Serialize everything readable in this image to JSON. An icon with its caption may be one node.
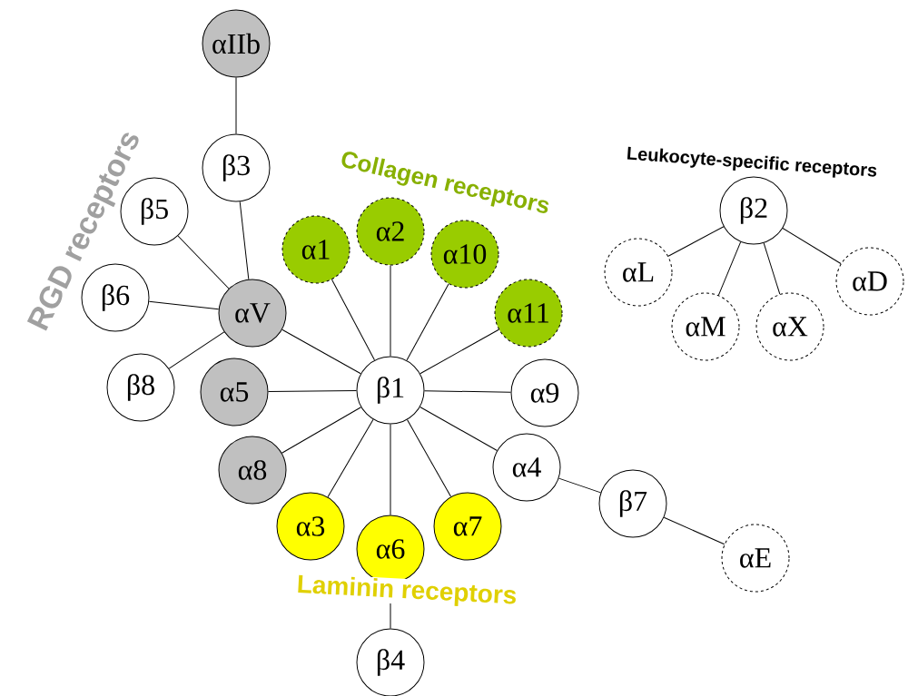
{
  "diagram": {
    "nodes": [
      {
        "text": [
          "αIIb"
        ]
      },
      {
        "text": [
          "β3"
        ]
      },
      {
        "text": [
          "β5"
        ]
      },
      {
        "text": [
          "β6"
        ]
      },
      {
        "text": [
          "αV"
        ]
      },
      {
        "text": [
          "β8"
        ]
      },
      {
        "text": [
          "α5"
        ]
      },
      {
        "text": [
          "α1"
        ]
      },
      {
        "text": [
          "α2"
        ]
      },
      {
        "text": [
          "α10"
        ]
      },
      {
        "text": [
          "α11"
        ]
      },
      {
        "text": [
          "β1"
        ]
      },
      {
        "text": [
          "α9"
        ]
      },
      {
        "text": [
          "α8"
        ]
      },
      {
        "text": [
          "α4"
        ]
      },
      {
        "text": [
          "α3"
        ]
      },
      {
        "text": [
          "α6"
        ]
      },
      {
        "text": [
          "α7"
        ]
      },
      {
        "text": [
          "β7"
        ]
      },
      {
        "text": [
          "αE"
        ]
      },
      {
        "text": [
          "β4"
        ]
      },
      {
        "text": [
          "β2"
        ]
      },
      {
        "text": [
          "αL"
        ]
      },
      {
        "text": [
          "αM"
        ]
      },
      {
        "text": [
          "αX"
        ]
      },
      {
        "text": [
          "αD"
        ]
      }
    ],
    "edges": [
      {
        "from": 0,
        "to": 1,
        "arrow": "none"
      },
      {
        "from": 1,
        "to": 4,
        "arrow": "none"
      },
      {
        "from": 2,
        "to": 4,
        "arrow": "none"
      },
      {
        "from": 3,
        "to": 4,
        "arrow": "none"
      },
      {
        "from": 5,
        "to": 4,
        "arrow": "none"
      },
      {
        "from": 4,
        "to": 11,
        "arrow": "none"
      },
      {
        "from": 6,
        "to": 11,
        "arrow": "none"
      },
      {
        "from": 7,
        "to": 11,
        "arrow": "none"
      },
      {
        "from": 8,
        "to": 11,
        "arrow": "none"
      },
      {
        "from": 9,
        "to": 11,
        "arrow": "none"
      },
      {
        "from": 10,
        "to": 11,
        "arrow": "none"
      },
      {
        "from": 12,
        "to": 11,
        "arrow": "none"
      },
      {
        "from": 13,
        "to": 11,
        "arrow": "none"
      },
      {
        "from": 14,
        "to": 11,
        "arrow": "none"
      },
      {
        "from": 15,
        "to": 11,
        "arrow": "none"
      },
      {
        "from": 16,
        "to": 11,
        "arrow": "none"
      },
      {
        "from": 17,
        "to": 11,
        "arrow": "none"
      },
      {
        "from": 14,
        "to": 18,
        "arrow": "none"
      },
      {
        "from": 18,
        "to": 19,
        "arrow": "none"
      },
      {
        "from": 16,
        "to": 20,
        "arrow": "none"
      },
      {
        "from": 21,
        "to": 22,
        "arrow": "none"
      },
      {
        "from": 21,
        "to": 23,
        "arrow": "none"
      },
      {
        "from": 21,
        "to": 24,
        "arrow": "none"
      },
      {
        "from": 21,
        "to": 25,
        "arrow": "none"
      }
    ],
    "labels": [
      "RGD receptors",
      "Collagen receptors",
      "Leukocyte-specific receptors",
      "Laminin receptors"
    ]
  }
}
